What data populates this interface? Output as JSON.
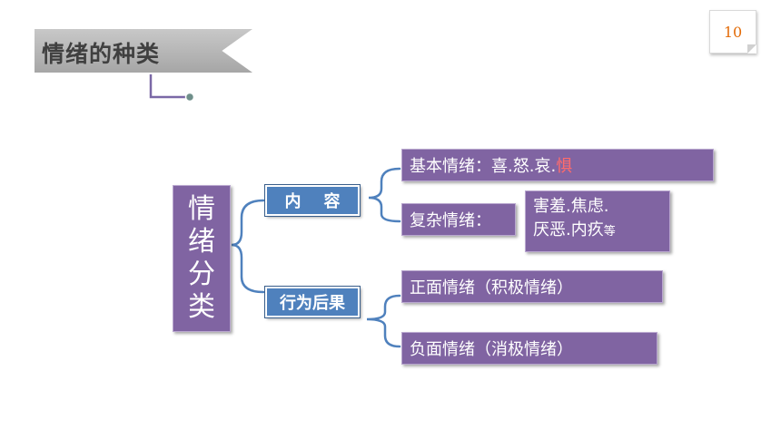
{
  "page_number": "10",
  "title": "情绪的种类",
  "root": {
    "chars": [
      "情",
      "绪",
      "分",
      "类"
    ]
  },
  "categories": {
    "content": "内    容",
    "behavior": "行为后果"
  },
  "leaves": {
    "basic_prefix": "基本情绪：喜.怒.哀.",
    "basic_highlight": "惧",
    "complex": "复杂情绪：",
    "complex_items_line1": "害羞.焦虑.",
    "complex_items_line2": "厌恶.内疚",
    "complex_items_suffix": "等",
    "positive": "正面情绪（积极情绪）",
    "negative": "负面情绪（消极情绪）"
  },
  "colors": {
    "purple": "#8064a2",
    "blue": "#4f81bd",
    "connector": "#4f81bd",
    "title_line": "#7a68a6",
    "page_number": "#e36c09"
  }
}
